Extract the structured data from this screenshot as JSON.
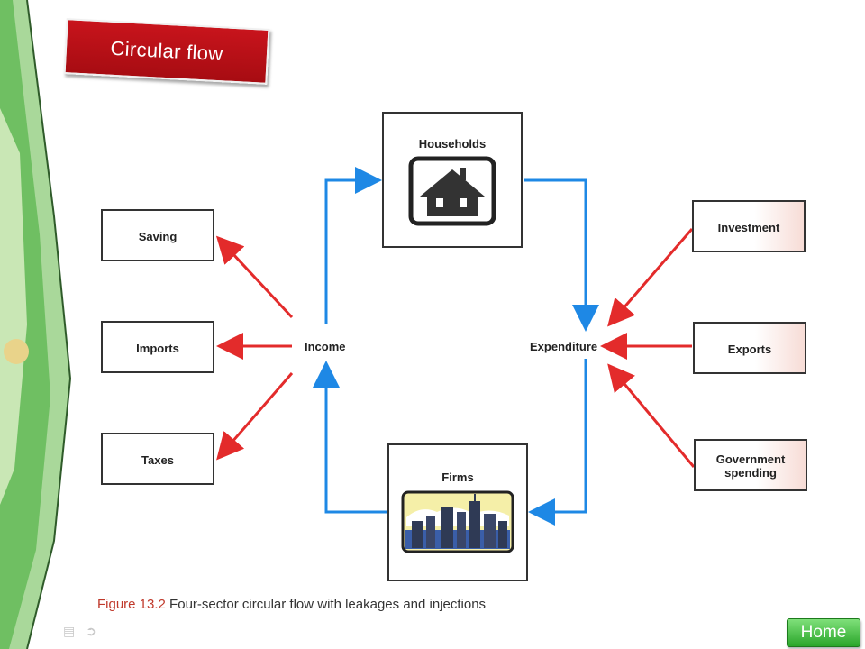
{
  "slide": {
    "title": "Circular flow",
    "home_label": "Home"
  },
  "diagram": {
    "households": "Households",
    "firms": "Firms",
    "income": "Income",
    "expenditure": "Expenditure",
    "leakages": [
      "Saving",
      "Imports",
      "Taxes"
    ],
    "injections": [
      "Investment",
      "Exports",
      "Government spending"
    ],
    "caption_fig": "Figure 13.2",
    "caption_text": " Four-sector circular flow with leakages and injections"
  },
  "colors": {
    "flow_arrow": "#1e88e5",
    "leak_arrow": "#e32b2b",
    "banner": "#c8141c",
    "home_button": "#3fbf3f"
  }
}
